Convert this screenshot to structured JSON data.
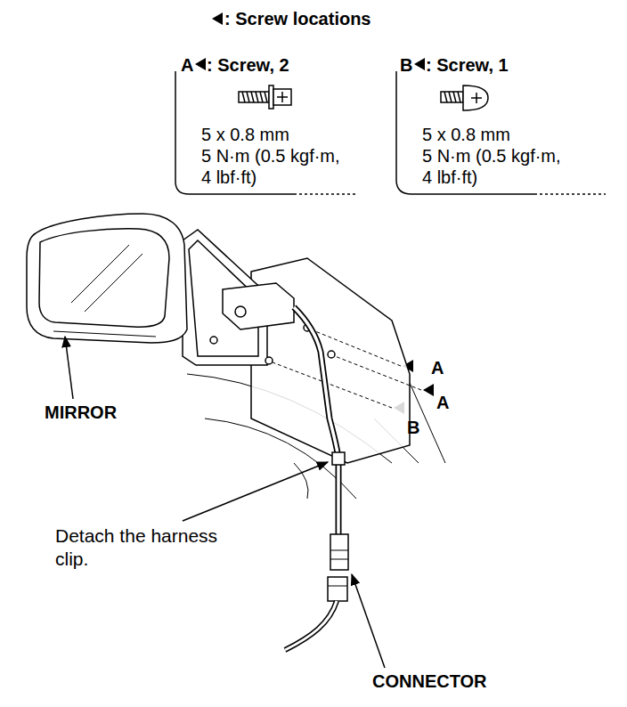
{
  "diagram": {
    "labels": [
      ": Screw locations",
      "A",
      ": Screw, 2",
      "5 x 0.8 mm",
      "5 N·m (0.5 kgf·m, 4 lbf·ft)",
      "B",
      ": Screw, 1",
      "5 x 0.8 mm",
      "5 N·m (0.5 kgf·m, 4 lbf·ft)",
      "MIRROR",
      "A",
      "A",
      "B",
      "Detach the harness clip.",
      "CONNECTOR"
    ]
  }
}
